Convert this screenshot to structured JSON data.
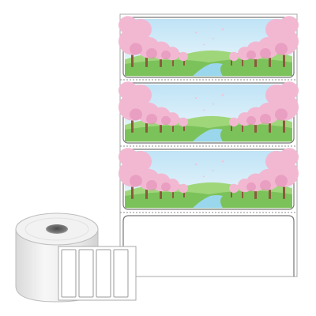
{
  "product": {
    "icon": "label-roll-icon",
    "liner_color": "#ffffff",
    "liner_stroke": "#a8a8a8",
    "perforation_color": "#8c8c8c",
    "roll_shadow": "#cfcfcf"
  },
  "labels": [
    {
      "artwork": "cherry-blossom-landscape"
    },
    {
      "artwork": "cherry-blossom-landscape"
    },
    {
      "artwork": "cherry-blossom-landscape"
    }
  ],
  "palette": {
    "sky_top": "#bfe3f6",
    "sky_bottom": "#e9f6fb",
    "hill": "#8fcf6a",
    "grass": "#7cc25a",
    "river": "#9ad6ec",
    "blossom": "#f2b8d2",
    "blossom_dark": "#e48fb7",
    "trunk": "#8a5a3c"
  }
}
